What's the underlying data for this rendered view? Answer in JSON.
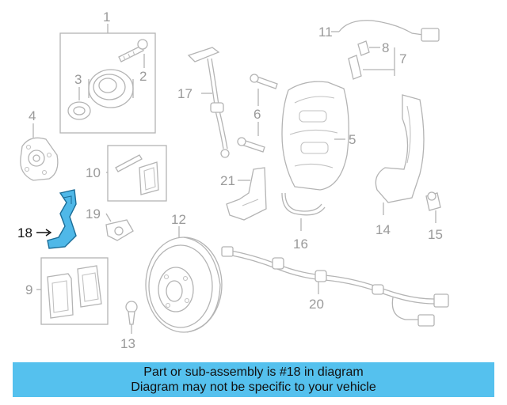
{
  "diagram": {
    "callouts": [
      "1",
      "2",
      "3",
      "4",
      "5",
      "6",
      "7",
      "8",
      "9",
      "10",
      "11",
      "12",
      "13",
      "14",
      "15",
      "16",
      "17",
      "18",
      "19",
      "20",
      "21"
    ],
    "highlighted_part": "18",
    "highlight_color": "#4fb8e8",
    "line_color": "#b4b4b4"
  },
  "banner": {
    "line1": "Part or sub-assembly is #18 in diagram",
    "line2": "Diagram may not be specific to your vehicle",
    "background": "#55c1ee"
  }
}
